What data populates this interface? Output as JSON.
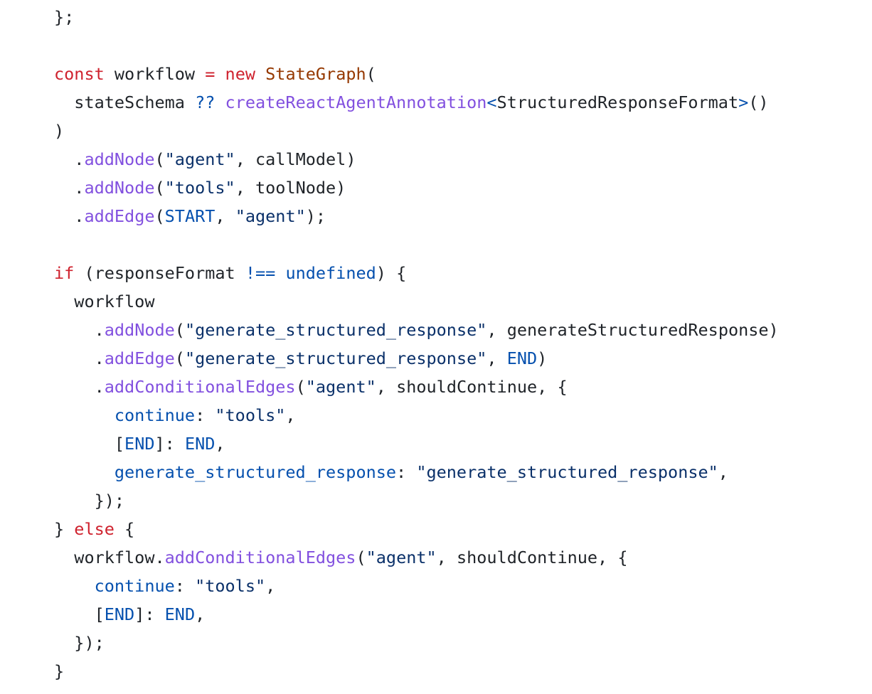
{
  "colors": {
    "background": "#ffffff",
    "plain": "#1f2328",
    "keyword": "#cf222e",
    "class": "#953800",
    "function": "#8250df",
    "string": "#0a3069",
    "constant": "#0550ae"
  },
  "code": {
    "language": "typescript",
    "lines": [
      [
        {
          "t": "p",
          "v": "};"
        }
      ],
      [],
      [
        {
          "t": "kw",
          "v": "const"
        },
        {
          "t": "p",
          "v": " workflow "
        },
        {
          "t": "kw",
          "v": "="
        },
        {
          "t": "p",
          "v": " "
        },
        {
          "t": "kw",
          "v": "new"
        },
        {
          "t": "p",
          "v": " "
        },
        {
          "t": "cls",
          "v": "StateGraph"
        },
        {
          "t": "p",
          "v": "("
        }
      ],
      [
        {
          "t": "p",
          "v": "  stateSchema "
        },
        {
          "t": "con",
          "v": "??"
        },
        {
          "t": "p",
          "v": " "
        },
        {
          "t": "fn",
          "v": "createReactAgentAnnotation"
        },
        {
          "t": "con",
          "v": "<"
        },
        {
          "t": "p",
          "v": "StructuredResponseFormat"
        },
        {
          "t": "con",
          "v": ">"
        },
        {
          "t": "p",
          "v": "()"
        }
      ],
      [
        {
          "t": "p",
          "v": ")"
        }
      ],
      [
        {
          "t": "p",
          "v": "  ."
        },
        {
          "t": "fn",
          "v": "addNode"
        },
        {
          "t": "p",
          "v": "("
        },
        {
          "t": "str",
          "v": "\"agent\""
        },
        {
          "t": "p",
          "v": ", callModel)"
        }
      ],
      [
        {
          "t": "p",
          "v": "  ."
        },
        {
          "t": "fn",
          "v": "addNode"
        },
        {
          "t": "p",
          "v": "("
        },
        {
          "t": "str",
          "v": "\"tools\""
        },
        {
          "t": "p",
          "v": ", toolNode)"
        }
      ],
      [
        {
          "t": "p",
          "v": "  ."
        },
        {
          "t": "fn",
          "v": "addEdge"
        },
        {
          "t": "p",
          "v": "("
        },
        {
          "t": "con",
          "v": "START"
        },
        {
          "t": "p",
          "v": ", "
        },
        {
          "t": "str",
          "v": "\"agent\""
        },
        {
          "t": "p",
          "v": ");"
        }
      ],
      [],
      [
        {
          "t": "kw",
          "v": "if"
        },
        {
          "t": "p",
          "v": " (responseFormat "
        },
        {
          "t": "con",
          "v": "!=="
        },
        {
          "t": "p",
          "v": " "
        },
        {
          "t": "con",
          "v": "undefined"
        },
        {
          "t": "p",
          "v": ") {"
        }
      ],
      [
        {
          "t": "p",
          "v": "  workflow"
        }
      ],
      [
        {
          "t": "p",
          "v": "    ."
        },
        {
          "t": "fn",
          "v": "addNode"
        },
        {
          "t": "p",
          "v": "("
        },
        {
          "t": "str",
          "v": "\"generate_structured_response\""
        },
        {
          "t": "p",
          "v": ", generateStructuredResponse)"
        }
      ],
      [
        {
          "t": "p",
          "v": "    ."
        },
        {
          "t": "fn",
          "v": "addEdge"
        },
        {
          "t": "p",
          "v": "("
        },
        {
          "t": "str",
          "v": "\"generate_structured_response\""
        },
        {
          "t": "p",
          "v": ", "
        },
        {
          "t": "con",
          "v": "END"
        },
        {
          "t": "p",
          "v": ")"
        }
      ],
      [
        {
          "t": "p",
          "v": "    ."
        },
        {
          "t": "fn",
          "v": "addConditionalEdges"
        },
        {
          "t": "p",
          "v": "("
        },
        {
          "t": "str",
          "v": "\"agent\""
        },
        {
          "t": "p",
          "v": ", shouldContinue, {"
        }
      ],
      [
        {
          "t": "p",
          "v": "      "
        },
        {
          "t": "con",
          "v": "continue"
        },
        {
          "t": "p",
          "v": ": "
        },
        {
          "t": "str",
          "v": "\"tools\""
        },
        {
          "t": "p",
          "v": ","
        }
      ],
      [
        {
          "t": "p",
          "v": "      ["
        },
        {
          "t": "con",
          "v": "END"
        },
        {
          "t": "p",
          "v": "]: "
        },
        {
          "t": "con",
          "v": "END"
        },
        {
          "t": "p",
          "v": ","
        }
      ],
      [
        {
          "t": "p",
          "v": "      "
        },
        {
          "t": "con",
          "v": "generate_structured_response"
        },
        {
          "t": "p",
          "v": ": "
        },
        {
          "t": "str",
          "v": "\"generate_structured_response\""
        },
        {
          "t": "p",
          "v": ","
        }
      ],
      [
        {
          "t": "p",
          "v": "    });"
        }
      ],
      [
        {
          "t": "p",
          "v": "} "
        },
        {
          "t": "kw",
          "v": "else"
        },
        {
          "t": "p",
          "v": " {"
        }
      ],
      [
        {
          "t": "p",
          "v": "  workflow."
        },
        {
          "t": "fn",
          "v": "addConditionalEdges"
        },
        {
          "t": "p",
          "v": "("
        },
        {
          "t": "str",
          "v": "\"agent\""
        },
        {
          "t": "p",
          "v": ", shouldContinue, {"
        }
      ],
      [
        {
          "t": "p",
          "v": "    "
        },
        {
          "t": "con",
          "v": "continue"
        },
        {
          "t": "p",
          "v": ": "
        },
        {
          "t": "str",
          "v": "\"tools\""
        },
        {
          "t": "p",
          "v": ","
        }
      ],
      [
        {
          "t": "p",
          "v": "    ["
        },
        {
          "t": "con",
          "v": "END"
        },
        {
          "t": "p",
          "v": "]: "
        },
        {
          "t": "con",
          "v": "END"
        },
        {
          "t": "p",
          "v": ","
        }
      ],
      [
        {
          "t": "p",
          "v": "  });"
        }
      ],
      [
        {
          "t": "p",
          "v": "}"
        }
      ]
    ]
  }
}
